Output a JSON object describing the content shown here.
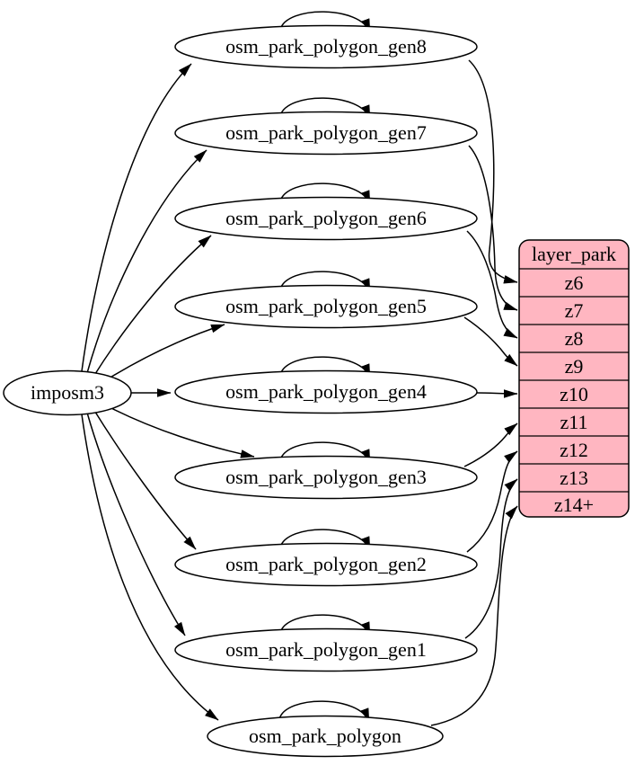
{
  "diagram": {
    "type": "graphviz-digraph",
    "source_node": {
      "label": "imposm3"
    },
    "tables": [
      {
        "label": "osm_park_polygon_gen8",
        "target_row": "z6"
      },
      {
        "label": "osm_park_polygon_gen7",
        "target_row": "z7"
      },
      {
        "label": "osm_park_polygon_gen6",
        "target_row": "z8"
      },
      {
        "label": "osm_park_polygon_gen5",
        "target_row": "z9"
      },
      {
        "label": "osm_park_polygon_gen4",
        "target_row": "z10"
      },
      {
        "label": "osm_park_polygon_gen3",
        "target_row": "z11"
      },
      {
        "label": "osm_park_polygon_gen2",
        "target_row": "z12"
      },
      {
        "label": "osm_park_polygon_gen1",
        "target_row": "z13"
      },
      {
        "label": "osm_park_polygon",
        "target_row": "z14+"
      }
    ],
    "every_table_has_self_loop": true,
    "layer": {
      "title": "layer_park",
      "rows": [
        "z6",
        "z7",
        "z8",
        "z9",
        "z10",
        "z11",
        "z12",
        "z13",
        "z14+"
      ]
    },
    "colors": {
      "layer_fill": "#ffb6c1",
      "node_fill": "#ffffff",
      "line": "#000000",
      "text": "#000000",
      "background": "#ffffff"
    }
  }
}
